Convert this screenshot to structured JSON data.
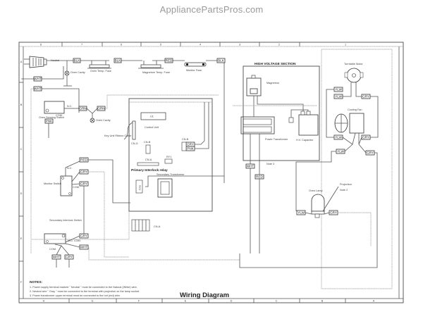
{
  "watermark": "AppliancePartsPros.com",
  "title": "Wiring Diagram",
  "frame": {
    "top_columns": [
      "8",
      "7",
      "6",
      "5",
      "4",
      "3",
      "2",
      "1"
    ],
    "bottom_columns": [
      "H",
      "G",
      "F",
      "E",
      "D",
      "C",
      "B",
      "A"
    ],
    "left_rows": [
      "A",
      "B",
      "C",
      "D",
      "E",
      "F"
    ]
  },
  "sections": {
    "high_voltage": "HIGH VOLTAGE SECTION"
  },
  "components": {
    "oven_cavity_top": "Oven Cavity",
    "oven_temp_fuse": "Oven Temp. Fuse",
    "magnetron_temp_fuse": "Magnetron Temp. Fuse",
    "monitor_fuse": "Monitor Fuse",
    "magnetron": "Magnetron",
    "power_transformer": "Power Transformer",
    "hv_capacitor": "H.V. Capacitor",
    "turntable_motor": "Turntable Motor",
    "cooling_fan": "Cooling Fan",
    "oven_sensing_switch": "Oven Sensing Switch",
    "oven_cavity_mid": "Oven Cavity",
    "control_unit": "Control Unit",
    "u1": "U1",
    "key_unit": "Key Unit Ribbon Cable",
    "cn_g": "CN-G",
    "cn_b_upper": "CN-B",
    "cn_b": "CN-B",
    "cn_a_inner": "CN-A",
    "cn_a": "CN-A",
    "rv1": "RY1",
    "primary_interlock_relay": "Primary Interlock relay",
    "ry2": "RY2",
    "stepdown_transformer": "Secondary Transformer",
    "monitor_switch": "Monitor Switch",
    "secondary_interlock_switch": "Secondary Interlock Switch",
    "oven_lamp": "Oven Lamp",
    "projection": "Projection",
    "note2": "Note 2",
    "note3": "Note 3",
    "neutral": "Neutral",
    "nc": "N.C.",
    "com": "COM.",
    "no": "N.O.",
    "nc_com": "N.O. COM.",
    "com2": "COM."
  },
  "wire_tags": {
    "blk1": "BLK",
    "blk2": "BLK",
    "red1": "RED",
    "blk3": "BLK",
    "wht1": "WHT",
    "wht2": "WHT",
    "grn1": "GRN",
    "grn2": "GRN",
    "pnk1": "PNK",
    "red2": "RED",
    "gry1": "GRY",
    "gry2": "GRY",
    "gry3": "GRY",
    "wht3": "WHT",
    "wht4": "WHT",
    "gry4": "GRY",
    "wht5": "WHT",
    "red3": "RED",
    "grv_cnb": "GRY",
    "pnk_cnb": "PNK",
    "ylw1": "YLW",
    "ylw2": "YLW",
    "gry5": "GRY",
    "ylw3": "YLW",
    "gry6": "GRY",
    "ylw4": "YLW",
    "gry7": "GRY",
    "ylw5": "YLW",
    "gry8": "GRY"
  },
  "notes": {
    "heading": "NOTES:",
    "items": [
      "1.  Power supply terminal marked \" Neutral \" must be connected to the Natural (White) wire.",
      "2.  Neutral wire \" Gray \" must be connected to the terminal with projection on the lamp socket.",
      "3.  Power transformer upper terminal must be connected to the hot (red) wire."
    ]
  }
}
